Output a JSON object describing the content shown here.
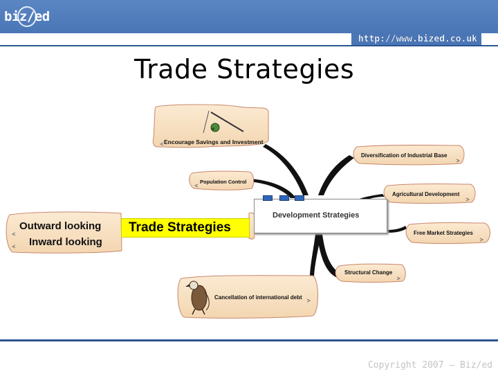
{
  "header": {
    "logo_text": "biz/ed",
    "url": "http://www.bized.co.uk"
  },
  "slide": {
    "title": "Trade Strategies"
  },
  "mindmap": {
    "center": "Development Strategies",
    "highlighted": "Trade Strategies",
    "trade_options": [
      "Outward looking",
      "Inward looking"
    ],
    "branches": {
      "savings": "Encourage Savings and Investment",
      "population": "Population Control",
      "diversification": "Diversification of Industrial Base",
      "agricultural": "Agricultural Development",
      "free_market": "Free Market Strategies",
      "structural": "Structural Change",
      "debt": "Cancellation of international debt"
    }
  },
  "footer": {
    "copyright": "Copyright 2007 – Biz/ed"
  },
  "colors": {
    "header_blue": "#4a76b6",
    "scroll_fill": "#f6dfbf",
    "scroll_edge": "#c9856a",
    "highlight_yellow": "#ffff00"
  }
}
